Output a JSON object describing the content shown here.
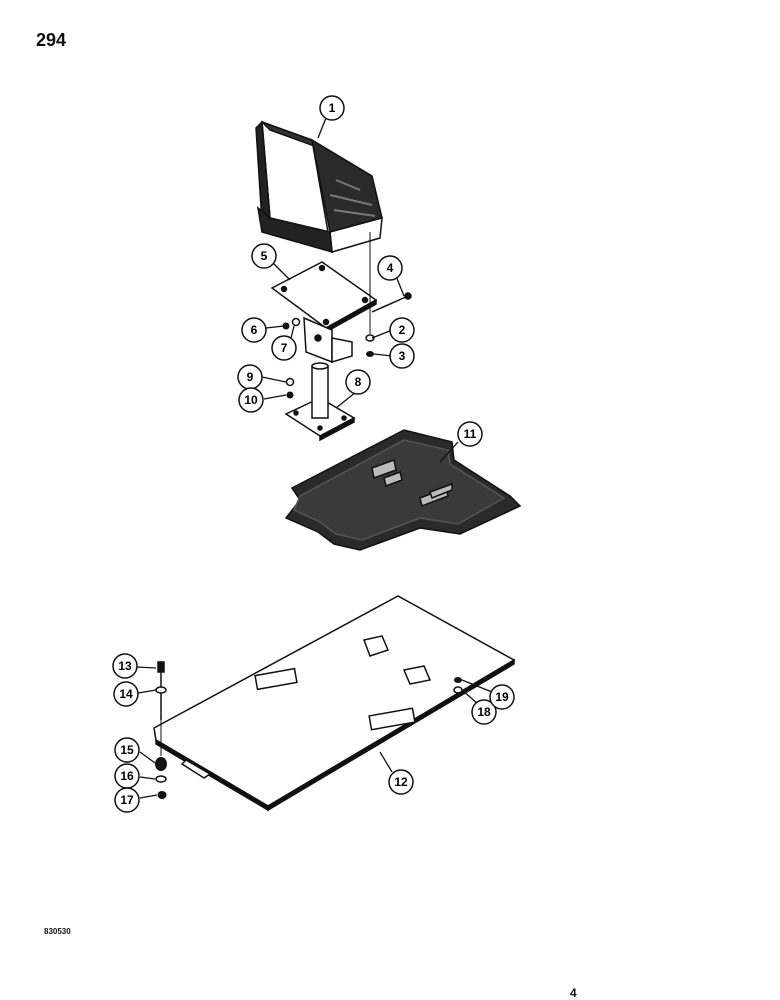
{
  "page": {
    "number": "294",
    "figure_code": "830530",
    "corner_mark": "4"
  },
  "callouts": [
    "1",
    "2",
    "3",
    "4",
    "5",
    "6",
    "7",
    "8",
    "9",
    "10",
    "11",
    "12",
    "13",
    "14",
    "15",
    "16",
    "17",
    "18",
    "19"
  ],
  "colors": {
    "ink": "#111111",
    "paper": "#ffffff",
    "mat": "#2a2a2a"
  }
}
